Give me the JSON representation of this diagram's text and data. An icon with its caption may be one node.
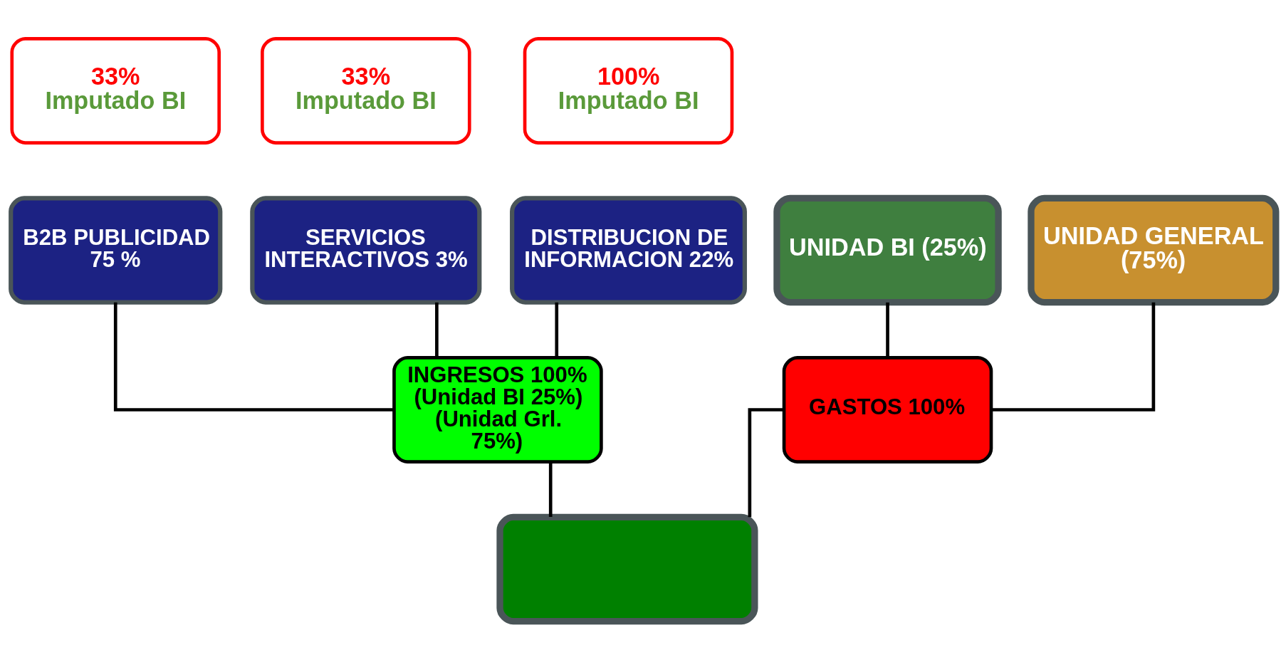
{
  "diagram": {
    "nodes": [
      {
        "text": [
          "33%",
          "Imputado BI"
        ]
      },
      {
        "text": [
          "33%",
          "Imputado BI"
        ]
      },
      {
        "text": [
          "100%",
          "Imputado BI"
        ]
      },
      {
        "text": [
          "B2B PUBLICIDAD 75 %"
        ]
      },
      {
        "text": [
          "SERVICIOS INTERACTIVOS 3%"
        ]
      },
      {
        "text": [
          "DISTRIBUCION DE INFORMACION 22%"
        ]
      },
      {
        "text": [
          "UNIDAD BI (25%)"
        ]
      },
      {
        "text": [
          "UNIDAD GENERAL (75%)"
        ]
      },
      {
        "text": [
          "INGRESOS 100% (Unidad BI 25%) (Unidad Grl. 75%)"
        ]
      },
      {
        "text": [
          "GASTOS 100%"
        ]
      },
      {
        "text": [],
        "shape": "box"
      }
    ],
    "edges": [
      {
        "from": 3,
        "to": 8,
        "arrow": "none"
      },
      {
        "from": 4,
        "to": 8,
        "arrow": "none"
      },
      {
        "from": 5,
        "to": 8,
        "arrow": "none"
      },
      {
        "from": 6,
        "to": 9,
        "arrow": "none"
      },
      {
        "from": 7,
        "to": 9,
        "arrow": "none"
      },
      {
        "from": 8,
        "to": 10,
        "arrow": "none"
      },
      {
        "from": 9,
        "to": 10,
        "arrow": "none"
      }
    ]
  }
}
